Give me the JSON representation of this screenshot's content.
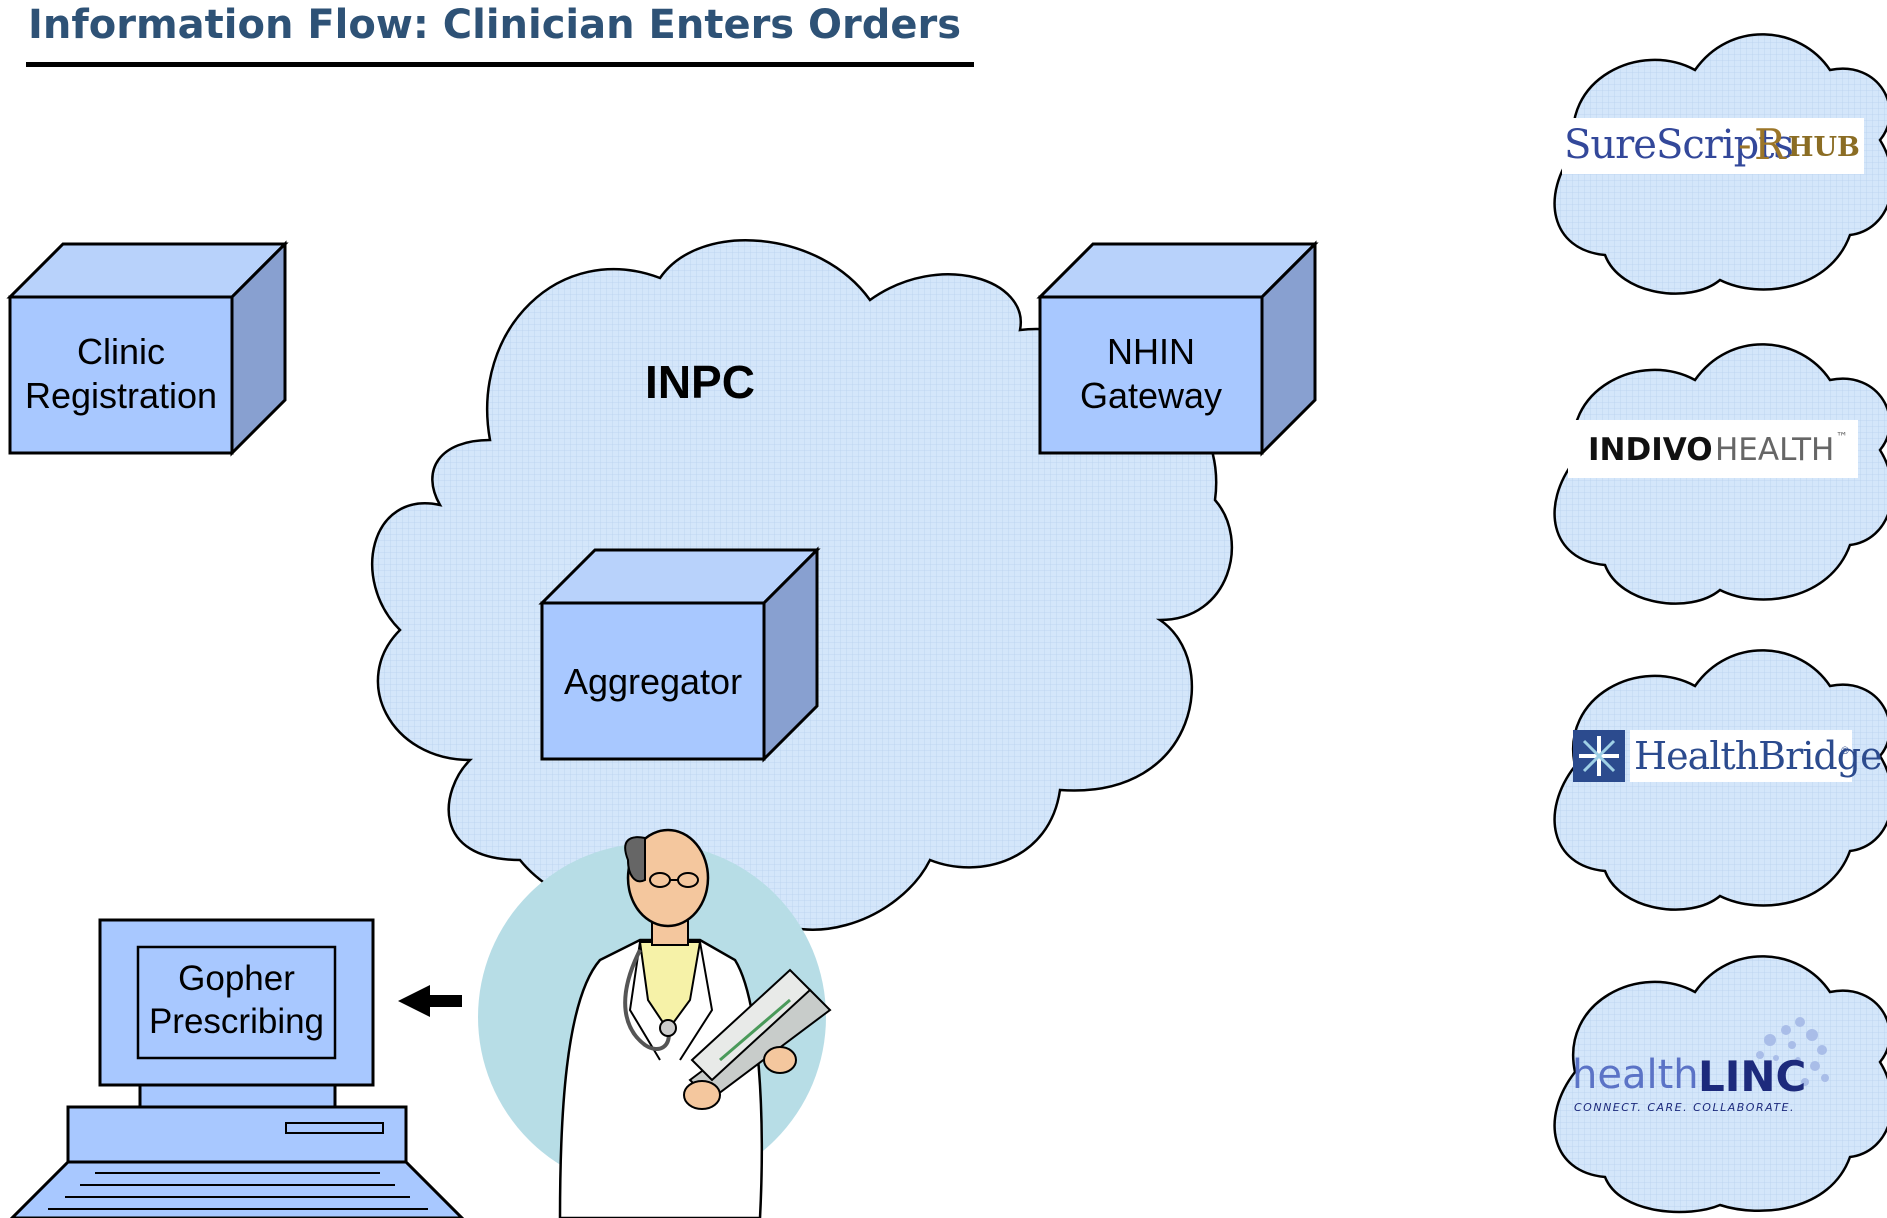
{
  "title": "Information Flow: Clinician Enters Orders",
  "nodes": {
    "clinic_registration": {
      "line1": "Clinic",
      "line2": "Registration"
    },
    "inpc": "INPC",
    "nhin_gateway": {
      "line1": "NHIN",
      "line2": "Gateway"
    },
    "aggregator": "Aggregator",
    "gopher": {
      "line1": "Gopher",
      "line2": "Prescribing"
    }
  },
  "partners": {
    "surescripts": {
      "a": "SureScripts",
      "dash": "-",
      "rx": "R",
      "hub": "HUB"
    },
    "indivo": {
      "a": "INDIVO",
      "b": "HEALTH",
      "tm": "™"
    },
    "healthbridge": {
      "name": "HealthBridge",
      "tm": "®"
    },
    "healthlinc": {
      "a": "health",
      "b": "LINC",
      "tagline": "CONNECT. CARE. COLLABORATE."
    }
  },
  "colors": {
    "title": "#2e5276",
    "box_front": "#a8c8ff",
    "box_top": "#b8d2fb",
    "box_side": "#88a0d0",
    "cloud_fill": "#d4e6fa",
    "doctor_circle": "#b7dde6"
  },
  "icons": [
    "computer-icon",
    "doctor-illustration",
    "left-arrow-icon",
    "cloud-shape"
  ]
}
